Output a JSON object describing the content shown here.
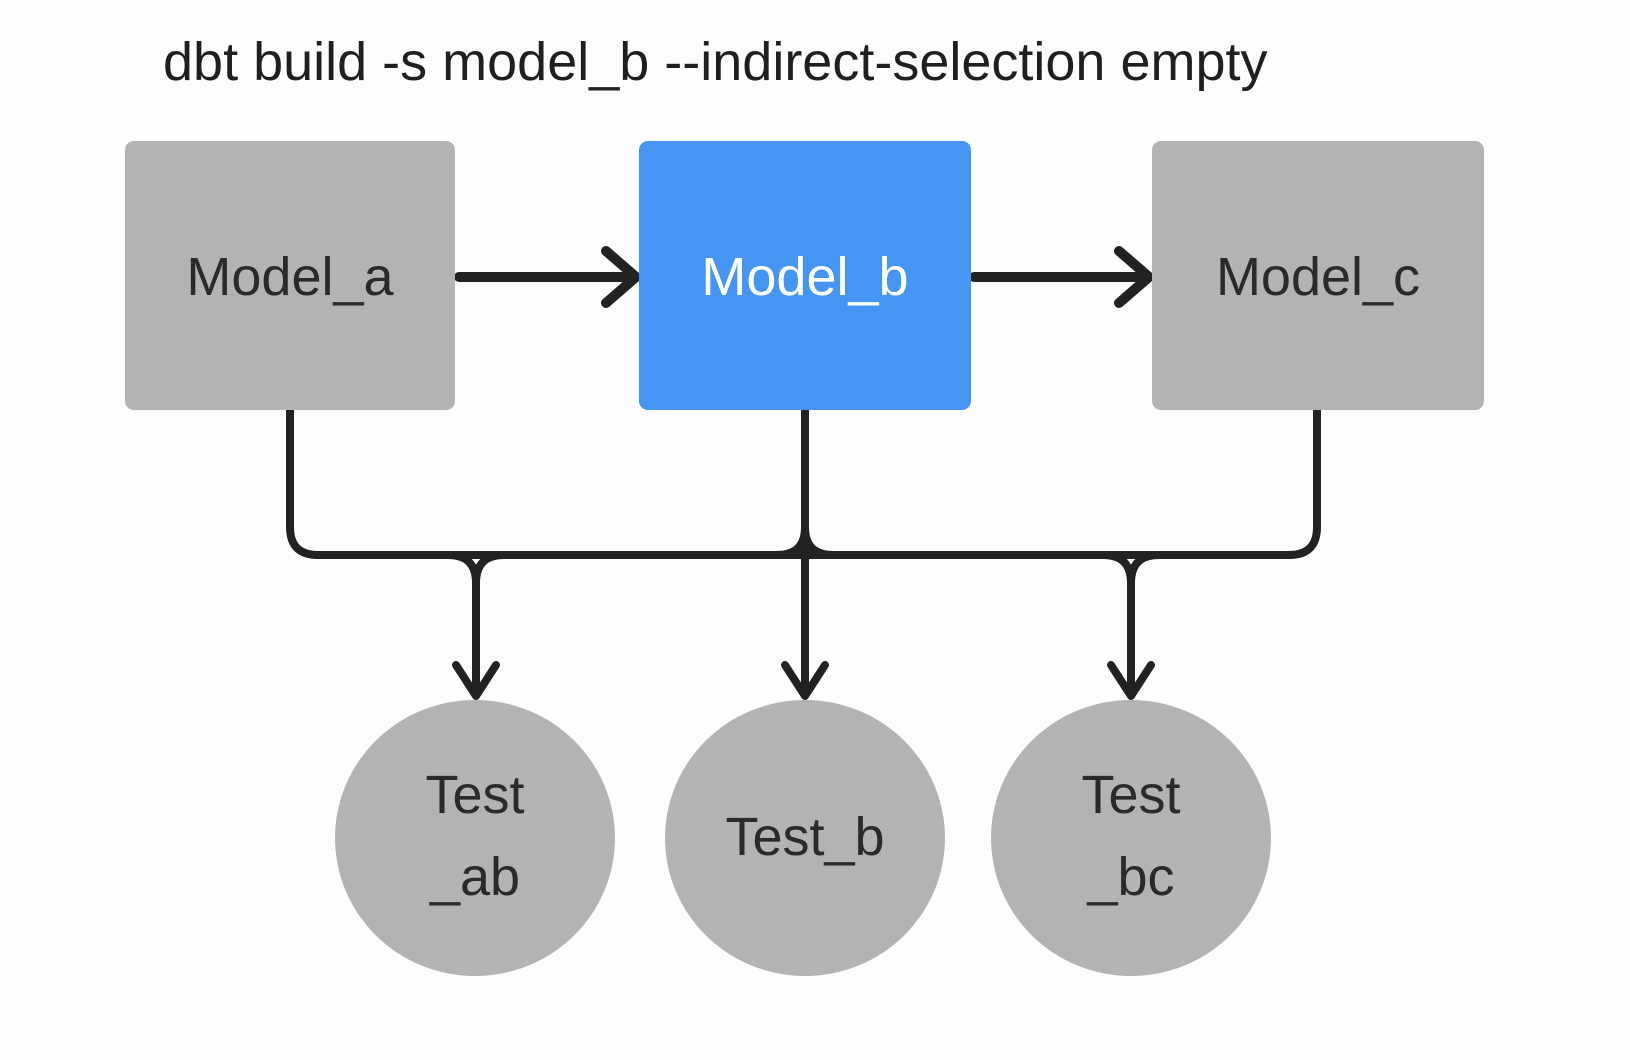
{
  "title": "dbt build -s model_b --indirect-selection empty",
  "colors": {
    "background": "#fdfdfd",
    "node_gray": "#b3b3b3",
    "node_selected_blue": "#4596f3",
    "edge": "#222222",
    "label_dark": "#2a2a2a",
    "label_light": "#ffffff"
  },
  "models": [
    {
      "id": "model_a",
      "label": "Model_a",
      "selected": false
    },
    {
      "id": "model_b",
      "label": "Model_b",
      "selected": true
    },
    {
      "id": "model_c",
      "label": "Model_c",
      "selected": false
    }
  ],
  "tests": [
    {
      "id": "test_ab",
      "label_lines": [
        "Test",
        "_ab"
      ]
    },
    {
      "id": "test_b",
      "label_lines": [
        "Test_b"
      ]
    },
    {
      "id": "test_bc",
      "label_lines": [
        "Test",
        "_bc"
      ]
    }
  ],
  "edges": [
    "model_a -> model_b",
    "model_b -> model_c",
    "model_a -> test_ab",
    "model_b -> test_ab",
    "model_b -> test_b",
    "model_b -> test_bc",
    "model_c -> test_bc"
  ]
}
